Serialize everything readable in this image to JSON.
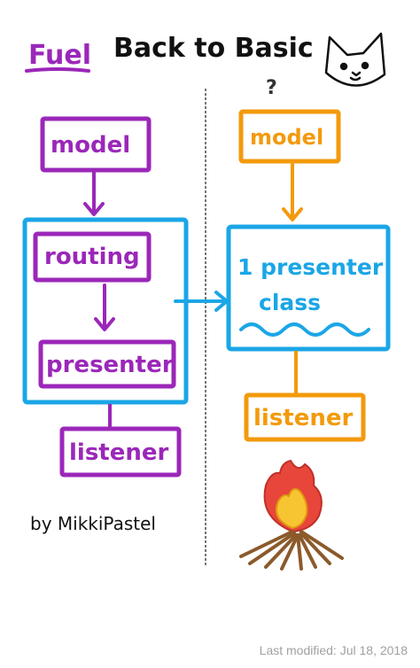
{
  "title": {
    "fuel": "Fuel",
    "main": "Back to Basic",
    "arrow_mark": "?"
  },
  "left_column": {
    "model": "model",
    "routing": "routing",
    "presenter": "presenter",
    "listener": "listener"
  },
  "right_column": {
    "model": "model",
    "presenter_line1": "1 presenter",
    "presenter_line2": "class",
    "listener": "listener"
  },
  "signature": "by MikkiPastel",
  "footer": {
    "last_modified": "Last modified: Jul 18, 2018"
  },
  "colors": {
    "purple": "#9b27b9",
    "blue": "#1ba6e6",
    "orange": "#f39a0c",
    "black": "#111111",
    "gray_divider": "#777777",
    "flame_red": "#e8463a",
    "flame_yellow": "#f7c531",
    "wood_brown": "#8b5a2b",
    "footer_gray": "#a0a0a0"
  },
  "icons": [
    "cat-face-icon",
    "campfire-icon",
    "arrow-icon"
  ]
}
